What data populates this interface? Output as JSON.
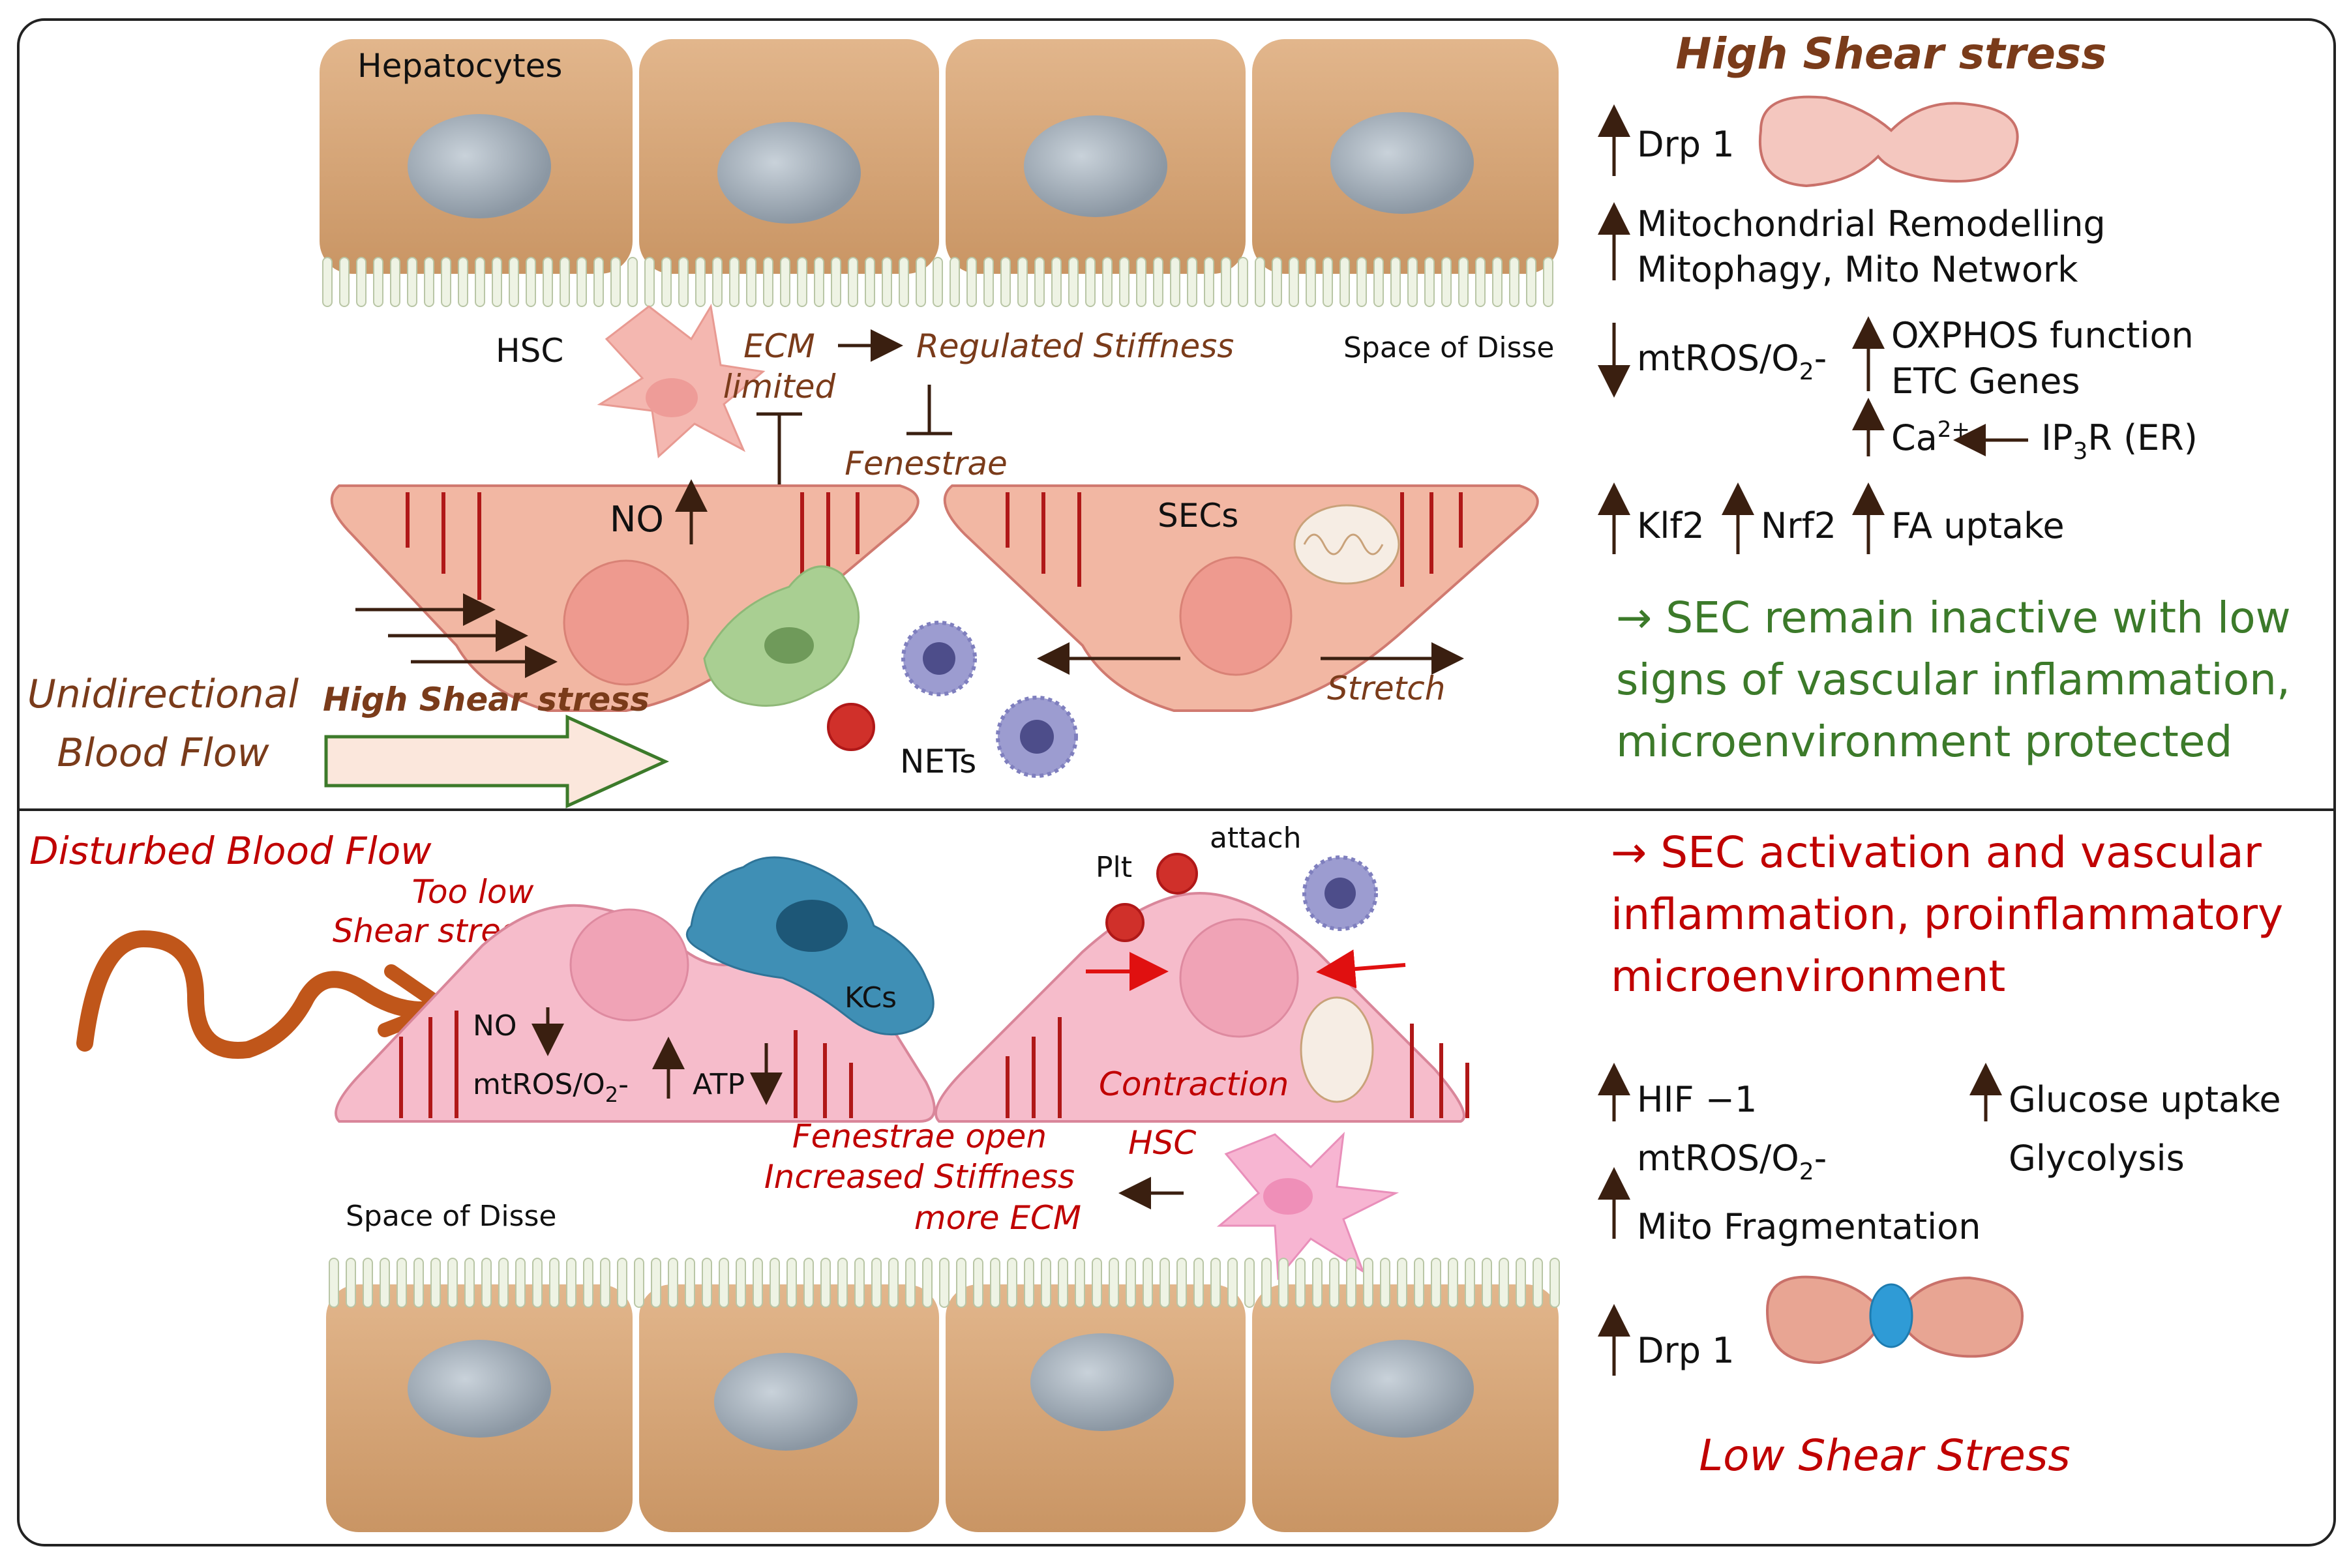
{
  "top": {
    "hepatocytes": "Hepatocytes",
    "hsc": "HSC",
    "ecm1": "ECM",
    "ecm2": "limited",
    "regulated": "Regulated Stiffness",
    "space_disse": "Space of Disse",
    "fenestrae": "Fenestrae",
    "no": "NO",
    "secs": "SECs",
    "unidir1": "Unidirectional",
    "unidir2": "Blood Flow",
    "high_shear_inline": "High Shear stress",
    "nets": "NETs",
    "stretch": "Stretch"
  },
  "right_top": {
    "title": "High Shear stress",
    "drp1": "Drp 1",
    "mito1": "Mitochondrial Remodelling",
    "mito2": "Mitophagy, Mito Network",
    "mtros": "mtROS/O",
    "mtros_sub": "2",
    "mtros_suffix": "-",
    "oxphos": "OXPHOS function",
    "etc": "ETC Genes",
    "ca": "Ca",
    "ca_sup": "2+",
    "ip3r_a": "IP",
    "ip3r_sub": "3",
    "ip3r_b": "R (ER)",
    "klf2": "Klf2",
    "nrf2": "Nrf2",
    "fa": "FA uptake",
    "outcome1": "→ SEC remain inactive with low",
    "outcome2": "signs of vascular inflammation,",
    "outcome3": "microenvironment protected"
  },
  "bottom": {
    "disturbed": "Disturbed Blood Flow",
    "too_low1": "Too low",
    "too_low2": "Shear stress",
    "plt": "Plt",
    "attach": "attach",
    "kcs": "KCs",
    "no": "NO",
    "mtros": "mtROS/O",
    "mtros_sub": "2",
    "mtros_suffix": "-",
    "atp": "ATP",
    "contraction": "Contraction",
    "hsc": "HSC",
    "fen1": "Fenestrae open",
    "fen2": "Increased Stiffness",
    "fen3": "more  ECM",
    "space_disse": "Space of Disse"
  },
  "right_bottom": {
    "outcome1": "→ SEC activation and vascular",
    "outcome2": "inflammation, proinflammatory",
    "outcome3": "microenvironment",
    "hif": "HIF −1",
    "mtros": "mtROS/O",
    "mtros_sub": "2",
    "mtros_suffix": "-",
    "mitofrag": "Mito Fragmentation",
    "glucose": "Glucose uptake",
    "glycolysis": "Glycolysis",
    "drp1": "Drp 1",
    "title": "Low Shear Stress"
  },
  "colors": {
    "hepatocyte": "#d9a77a",
    "sec_top": "#f2b7a3",
    "sec_bottom": "#f6bccb",
    "fenestra_line": "#b01818",
    "green_text": "#3c7a2a",
    "red_text": "#c00000",
    "brown_text": "#7a3b1a"
  }
}
